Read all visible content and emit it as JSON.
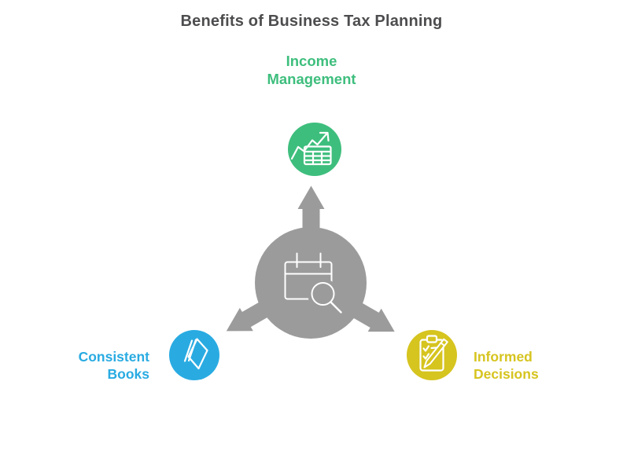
{
  "title": "Benefits of Business Tax Planning",
  "colors": {
    "title_text": "#4d4d4f",
    "hub_gray": "#9c9b9b",
    "icon_stroke": "#ffffff",
    "background": "#ffffff"
  },
  "hub": {
    "icon": "calendar-search-icon"
  },
  "nodes": [
    {
      "id": "income-management",
      "position": "top",
      "label_lines": [
        "Income",
        "Management"
      ],
      "color": "#3ebe7d",
      "icon": "growth-chart-icon"
    },
    {
      "id": "consistent-books",
      "position": "bottom-left",
      "label_lines": [
        "Consistent",
        "Books"
      ],
      "color": "#29abe2",
      "icon": "book-pages-icon"
    },
    {
      "id": "informed-decisions",
      "position": "bottom-right",
      "label_lines": [
        "Informed",
        "Decisions"
      ],
      "color": "#d6c41f",
      "icon": "clipboard-pencil-icon"
    }
  ]
}
